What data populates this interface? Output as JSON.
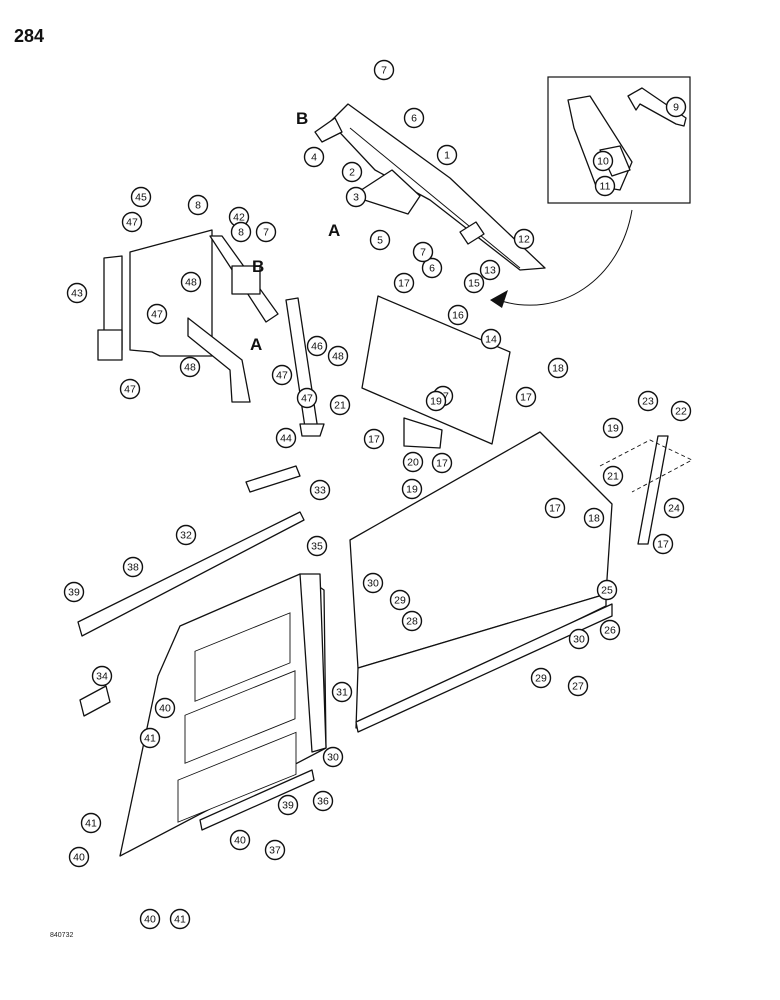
{
  "page_number": "284",
  "figure_code": "840732",
  "reference_letters": [
    "B",
    "A",
    "B",
    "A"
  ],
  "callouts": [
    "1",
    "2",
    "3",
    "4",
    "5",
    "6",
    "7",
    "6",
    "7",
    "8",
    "9",
    "10",
    "11",
    "12",
    "13",
    "14",
    "15",
    "16",
    "17",
    "17",
    "17",
    "17",
    "17",
    "17",
    "17",
    "18",
    "18",
    "19",
    "19",
    "19",
    "20",
    "21",
    "21",
    "22",
    "23",
    "24",
    "25",
    "26",
    "27",
    "28",
    "29",
    "29",
    "30",
    "30",
    "30",
    "31",
    "32",
    "33",
    "34",
    "35",
    "36",
    "37",
    "38",
    "39",
    "39",
    "40",
    "40",
    "40",
    "40",
    "41",
    "41",
    "41",
    "42",
    "43",
    "44",
    "45",
    "46",
    "47",
    "47",
    "47",
    "47",
    "47",
    "48",
    "48",
    "48",
    "8",
    "7"
  ],
  "colors": {
    "ink": "#111111",
    "paper": "#ffffff"
  }
}
